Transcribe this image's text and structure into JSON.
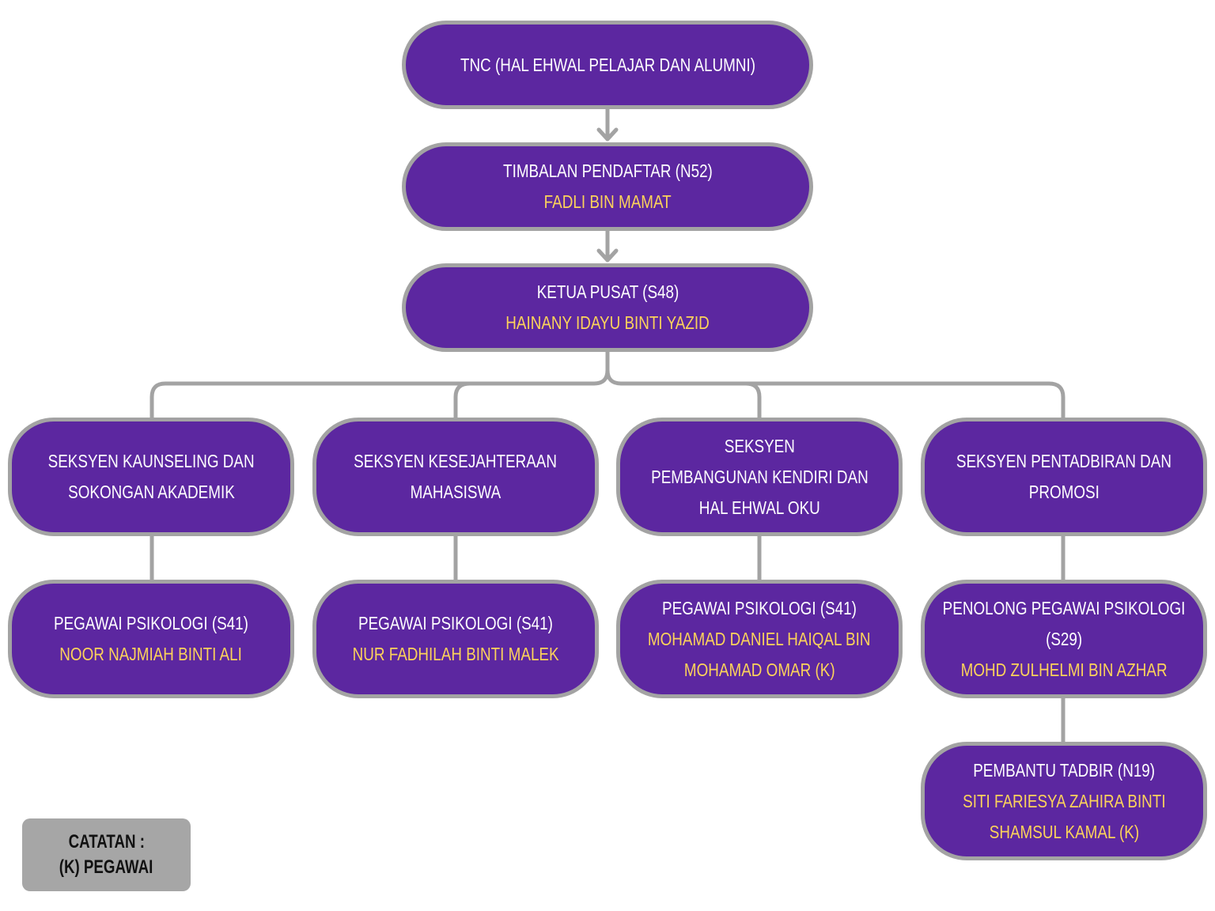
{
  "diagram": {
    "type": "org-chart",
    "colors": {
      "node_fill": "#5c27a0",
      "node_border": "#a3a3a3",
      "title_text": "#ffffff",
      "name_text": "#fdd35a",
      "connector": "#a3a3a3",
      "note_fill": "#a6a6a6",
      "note_text": "#111111"
    },
    "top_chain": [
      {
        "id": "tnc",
        "title_lines": [
          "TNC (HAL EHWAL PELAJAR DAN ALUMNI)"
        ],
        "name_lines": []
      },
      {
        "id": "timbalan",
        "title_lines": [
          "TIMBALAN PENDAFTAR (N52)"
        ],
        "name_lines": [
          "FADLI BIN MAMAT"
        ]
      },
      {
        "id": "ketua",
        "title_lines": [
          "KETUA PUSAT (S48)"
        ],
        "name_lines": [
          "HAINANY IDAYU BINTI YAZID"
        ]
      }
    ],
    "sections": [
      {
        "title_lines": [
          "SEKSYEN KAUNSELING DAN",
          "SOKONGAN AKADEMIK"
        ],
        "staff": [
          {
            "title_lines": [
              "PEGAWAI PSIKOLOGI (S41)"
            ],
            "name_lines": [
              "NOOR NAJMIAH BINTI ALI"
            ]
          }
        ]
      },
      {
        "title_lines": [
          "SEKSYEN KESEJAHTERAAN",
          "MAHASISWA"
        ],
        "staff": [
          {
            "title_lines": [
              "PEGAWAI PSIKOLOGI (S41)"
            ],
            "name_lines": [
              "NUR FADHILAH BINTI MALEK"
            ]
          }
        ]
      },
      {
        "title_lines": [
          "SEKSYEN",
          "PEMBANGUNAN KENDIRI DAN",
          "HAL EHWAL OKU"
        ],
        "staff": [
          {
            "title_lines": [
              "PEGAWAI PSIKOLOGI (S41)"
            ],
            "name_lines": [
              "MOHAMAD DANIEL HAIQAL BIN",
              "MOHAMAD OMAR (K)"
            ]
          }
        ]
      },
      {
        "title_lines": [
          "SEKSYEN PENTADBIRAN DAN",
          "PROMOSI"
        ],
        "staff": [
          {
            "title_lines": [
              "PENOLONG PEGAWAI PSIKOLOGI",
              "(S29)"
            ],
            "name_lines": [
              "MOHD ZULHELMI BIN AZHAR"
            ]
          },
          {
            "title_lines": [
              "PEMBANTU TADBIR (N19)"
            ],
            "name_lines": [
              "SITI FARIESYA ZAHIRA BINTI",
              "SHAMSUL KAMAL (K)"
            ]
          }
        ]
      }
    ],
    "note": {
      "lines": [
        "CATATAN :",
        "(K) PEGAWAI"
      ]
    }
  }
}
